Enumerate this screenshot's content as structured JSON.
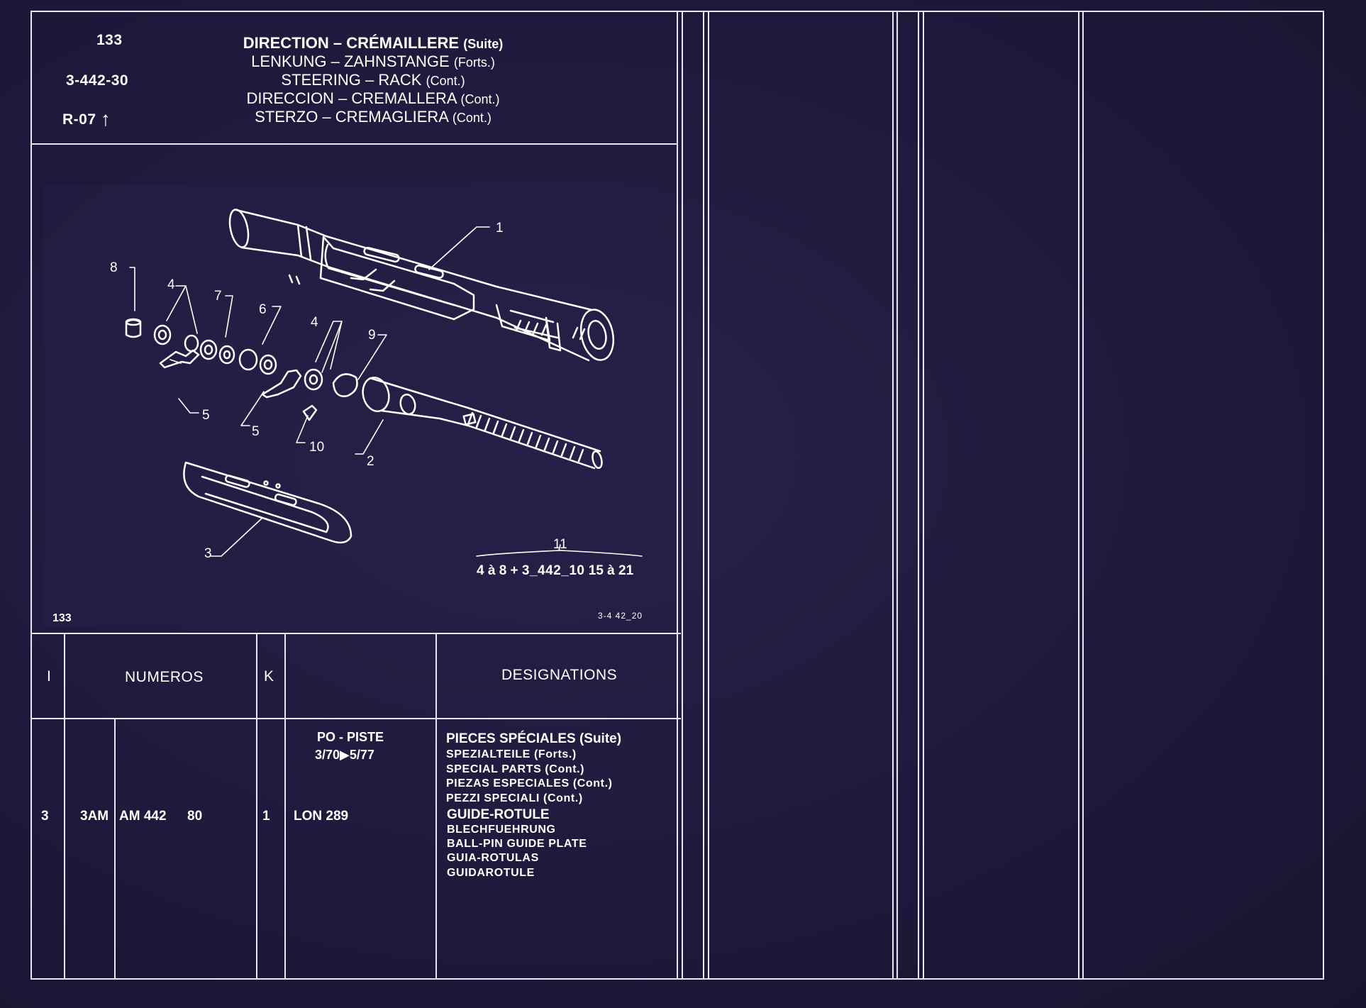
{
  "header": {
    "page_number": "133",
    "group_code": "3-442-30",
    "revision": "R-07",
    "titles": [
      {
        "main": "DIRECTION – CRÉMAILLERE",
        "suffix": "(Suite)"
      },
      {
        "main": "LENKUNG – ZAHNSTANGE",
        "suffix": "(Forts.)"
      },
      {
        "main": "STEERING – RACK",
        "suffix": "(Cont.)"
      },
      {
        "main": "DIRECCION – CREMALLERA",
        "suffix": "(Cont.)"
      },
      {
        "main": "STERZO – CREMAGLIERA",
        "suffix": "(Cont.)"
      }
    ]
  },
  "diagram": {
    "callouts": [
      "1",
      "2",
      "3",
      "4",
      "4",
      "5",
      "5",
      "6",
      "7",
      "8",
      "9",
      "10",
      "11"
    ],
    "kit_note": {
      "left": "4 à 8 +",
      "code": "3_442_10",
      "right": "15 à 21"
    },
    "plate_number": "133",
    "plate_code": "3-4 42_20"
  },
  "table": {
    "headers": {
      "index": "I",
      "numbers": "NUMEROS",
      "qty": "K",
      "designations": "DESIGNATIONS"
    },
    "application": {
      "line1": "PO - PISTE",
      "line2": "3/70▶5/77"
    },
    "section": [
      {
        "text": "PIECES SPÉCIALES (Suite)",
        "bold": true
      },
      {
        "text": "SPEZIALTEILE (Forts.)",
        "bold": false
      },
      {
        "text": "SPECIAL PARTS (Cont.)",
        "bold": false
      },
      {
        "text": "PIEZAS ESPECIALES (Cont.)",
        "bold": false
      },
      {
        "text": "PEZZI SPECIALI (Cont.)",
        "bold": false
      }
    ],
    "row": {
      "index": "3",
      "prefix": "3AM",
      "part_number": "AM 442",
      "suffix": "80",
      "qty": "1",
      "reference": "LON 289",
      "names": [
        {
          "text": "GUIDE-ROTULE",
          "bold": true
        },
        {
          "text": "BLECHFUEHRUNG",
          "bold": false
        },
        {
          "text": "BALL-PIN GUIDE PLATE",
          "bold": false
        },
        {
          "text": "GUIA-ROTULAS",
          "bold": false
        },
        {
          "text": "GUIDAROTULE",
          "bold": false
        }
      ]
    }
  },
  "colors": {
    "background": "#1e1a3c",
    "ink": "#ffffff"
  }
}
